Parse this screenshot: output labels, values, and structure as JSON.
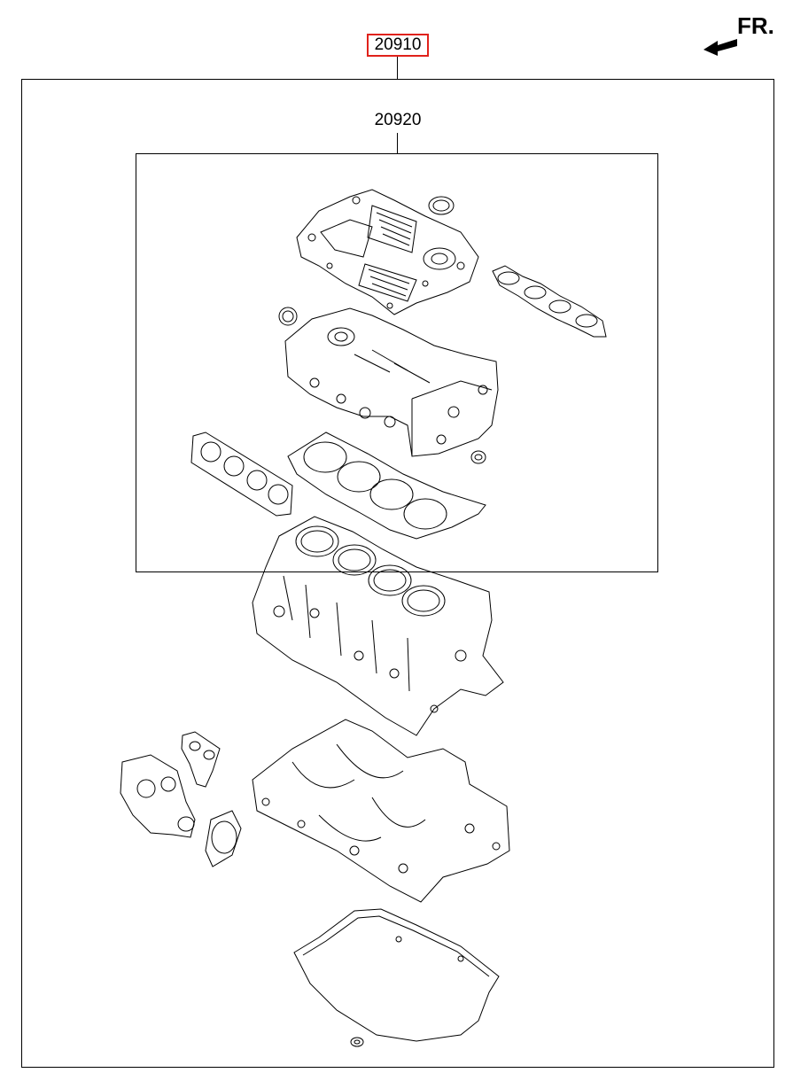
{
  "orientation": {
    "label": "FR."
  },
  "parts": {
    "engine_gasket_kit": {
      "number": "20910"
    },
    "cylinder_head_gasket_kit": {
      "number": "20920"
    }
  },
  "colors": {
    "highlight": "#e0221b",
    "line": "#000000"
  }
}
